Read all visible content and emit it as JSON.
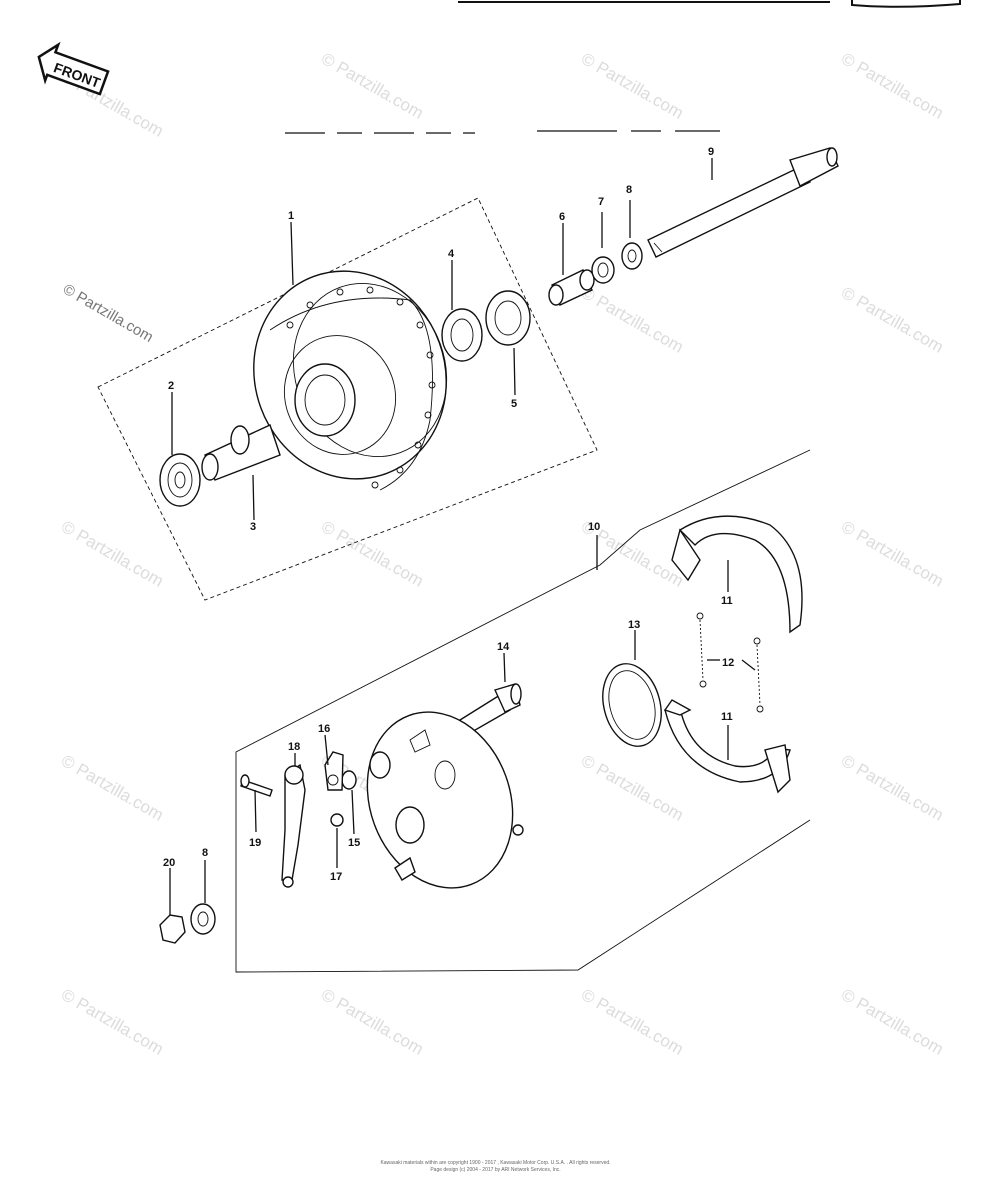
{
  "front_label": "FRONT",
  "watermark": "© Partzilla.com",
  "callouts": {
    "p1": "1",
    "p2": "2",
    "p3": "3",
    "p4": "4",
    "p5": "5",
    "p6": "6",
    "p7": "7",
    "p8": "8",
    "p9": "9",
    "p10": "10",
    "p11a": "11",
    "p11b": "11",
    "p12": "12",
    "p13": "13",
    "p14": "14",
    "p15": "15",
    "p16": "16",
    "p17": "17",
    "p18": "18",
    "p19": "19",
    "p20": "20",
    "p8b": "8"
  },
  "footer": {
    "line1": "Kawasaki materials within are copyright 1900 - 2017 , Kawasaki Motor Corp. U.S.A. . All rights reserved.",
    "line2": "Page design (c) 2004 - 2017 by ARI Network Services, Inc."
  }
}
